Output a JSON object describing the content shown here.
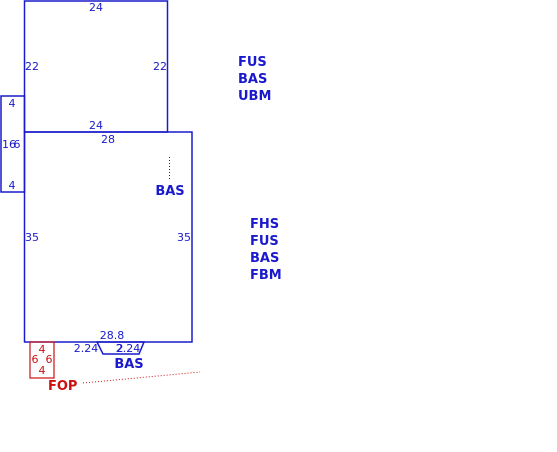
{
  "upper_section": {
    "top_dim": "24",
    "left_dim": "22",
    "right_dim": "22",
    "bottom_dim": "24",
    "codes": [
      "FUS",
      "BAS",
      "UBM"
    ]
  },
  "side_bump": {
    "top_dim": "4",
    "side_dim": "16",
    "side_dim2": "6",
    "bottom_dim": "4"
  },
  "main_section": {
    "top_dim": "28",
    "left_dim": "35",
    "right_dim": "35",
    "bottom_dim": "28.8",
    "inner_label": "BAS",
    "codes": [
      "FHS",
      "FUS",
      "BAS",
      "FBM"
    ]
  },
  "bay_section": {
    "left_dim": "2.24",
    "mid_dim": "2",
    "right_dim": "2.24",
    "label": "BAS"
  },
  "porch": {
    "top_dim": "4",
    "left_dim": "6",
    "right_dim": "6",
    "bottom_dim": "4",
    "label": "FOP"
  },
  "colors": {
    "line": "#1a1acc",
    "porch": "#cc1111"
  }
}
